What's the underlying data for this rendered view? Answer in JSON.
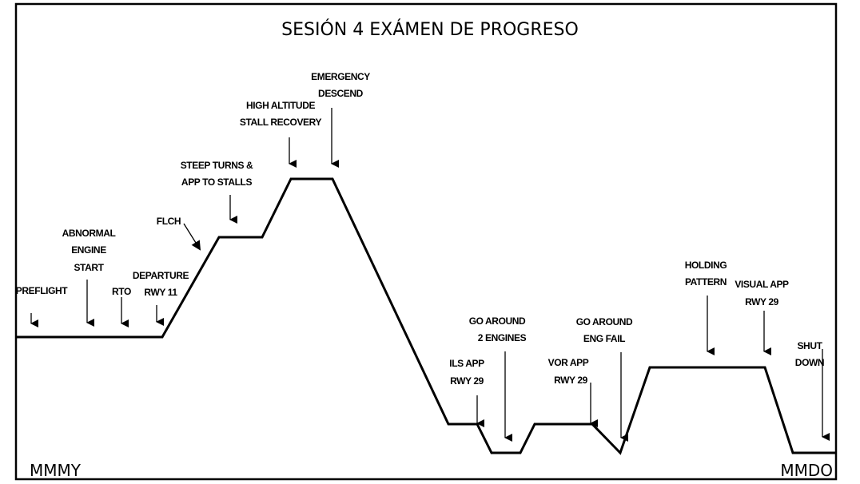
{
  "title": "SESIÓN 4 EXÁMEN DE PROGRESO",
  "origin": "MMMY",
  "destination": "MMDO",
  "line_color": "#000000",
  "background": "#ffffff",
  "events": [
    {
      "id": "preflight",
      "lines": [
        "PREFLIGHT"
      ]
    },
    {
      "id": "abnormal-engine-start",
      "lines": [
        "ABNORMAL",
        "ENGINE",
        "START"
      ]
    },
    {
      "id": "rto",
      "lines": [
        "RTO"
      ]
    },
    {
      "id": "departure",
      "lines": [
        "DEPARTURE",
        "RWY 11"
      ]
    },
    {
      "id": "flch",
      "lines": [
        "FLCH"
      ]
    },
    {
      "id": "steep-turns",
      "lines": [
        "STEEP TURNS &",
        "APP TO STALLS"
      ]
    },
    {
      "id": "high-altitude-stall",
      "lines": [
        "HIGH ALTITUDE",
        "STALL RECOVERY"
      ]
    },
    {
      "id": "emergency-descend",
      "lines": [
        "EMERGENCY",
        "DESCEND"
      ]
    },
    {
      "id": "ils-app",
      "lines": [
        "ILS APP",
        "RWY 29"
      ]
    },
    {
      "id": "go-around-2-engines",
      "lines": [
        "GO AROUND",
        "2 ENGINES"
      ]
    },
    {
      "id": "vor-app",
      "lines": [
        "VOR APP",
        "RWY 29"
      ]
    },
    {
      "id": "go-around-eng-fail",
      "lines": [
        "GO AROUND",
        "ENG FAIL"
      ]
    },
    {
      "id": "holding-pattern",
      "lines": [
        "HOLDING",
        "PATTERN"
      ]
    },
    {
      "id": "visual-app",
      "lines": [
        "VISUAL APP",
        "RWY 29"
      ]
    },
    {
      "id": "shut-down",
      "lines": [
        "SHUT",
        "DOWN"
      ]
    }
  ]
}
